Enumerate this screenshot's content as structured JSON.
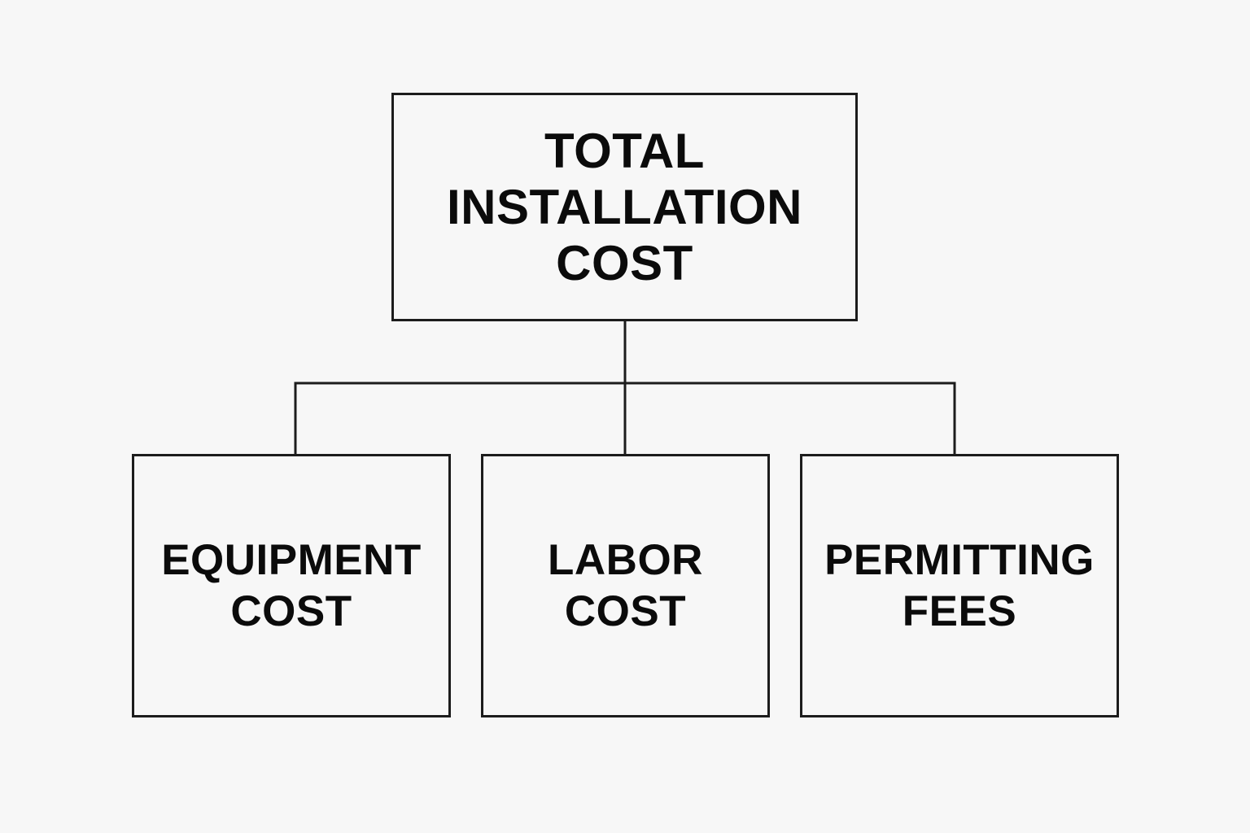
{
  "diagram": {
    "root": {
      "label": "TOTAL\nINSTALLATION\nCOST"
    },
    "children": [
      {
        "label": "EQUIPMENT\nCOST"
      },
      {
        "label": "LABOR\nCOST"
      },
      {
        "label": "PERMITTING\nFEES"
      }
    ]
  },
  "colors": {
    "background": "#f7f7f7",
    "stroke": "#1c1c1c",
    "text": "#0b0b0b"
  }
}
